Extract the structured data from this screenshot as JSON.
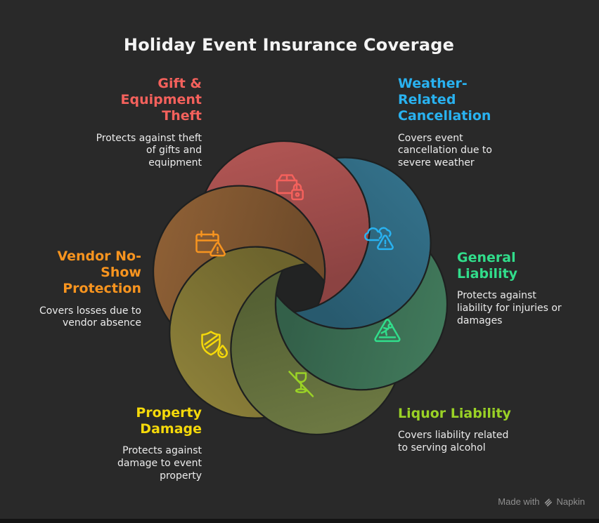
{
  "title": "Holiday Event Insurance Coverage",
  "background": "#292929",
  "watermark": {
    "prefix": "Made with",
    "brand": "Napkin"
  },
  "sections": [
    {
      "id": "theft",
      "heading": "Gift &\nEquipment\nTheft",
      "description": "Protects against theft\nof gifts and\nequipment",
      "accent": "#f4615c",
      "petal": {
        "light": "#b05553",
        "dark": "#8c4342",
        "mid": "#a34c4b"
      },
      "icon": "package-lock-icon"
    },
    {
      "id": "weather",
      "heading": "Weather-\nRelated\nCancellation",
      "description": "Covers event\ncancellation due to\nsevere weather",
      "accent": "#29b2f0",
      "petal": {
        "light": "#337089",
        "dark": "#285a6e",
        "mid": "#2e657c"
      },
      "icon": "storm-warning-icon"
    },
    {
      "id": "general",
      "heading": "General\nLiability",
      "description": "Protects against\nliability for injuries or\ndamages",
      "accent": "#31dd8b",
      "petal": {
        "light": "#41795b",
        "dark": "#336049",
        "mid": "#3a6d52"
      },
      "icon": "slip-hazard-icon"
    },
    {
      "id": "liquor",
      "heading": "Liquor Liability",
      "description": "Covers liability related\nto serving alcohol",
      "accent": "#9ad226",
      "petal": {
        "light": "#6d7943",
        "dark": "#556134",
        "mid": "#616d3c"
      },
      "icon": "no-alcohol-icon"
    },
    {
      "id": "property",
      "heading": "Property\nDamage",
      "description": "Protects against\ndamage to event\nproperty",
      "accent": "#f5d90a",
      "petal": {
        "light": "#8b7f39",
        "dark": "#6d642d",
        "mid": "#7c7233"
      },
      "icon": "shield-fire-icon"
    },
    {
      "id": "vendor",
      "heading": "Vendor No-\nShow\nProtection",
      "description": "Covers losses due to\nvendor absence",
      "accent": "#f7941f",
      "petal": {
        "light": "#8d5f35",
        "dark": "#6e4b2a",
        "mid": "#7e5530"
      },
      "icon": "calendar-warning-icon"
    }
  ]
}
